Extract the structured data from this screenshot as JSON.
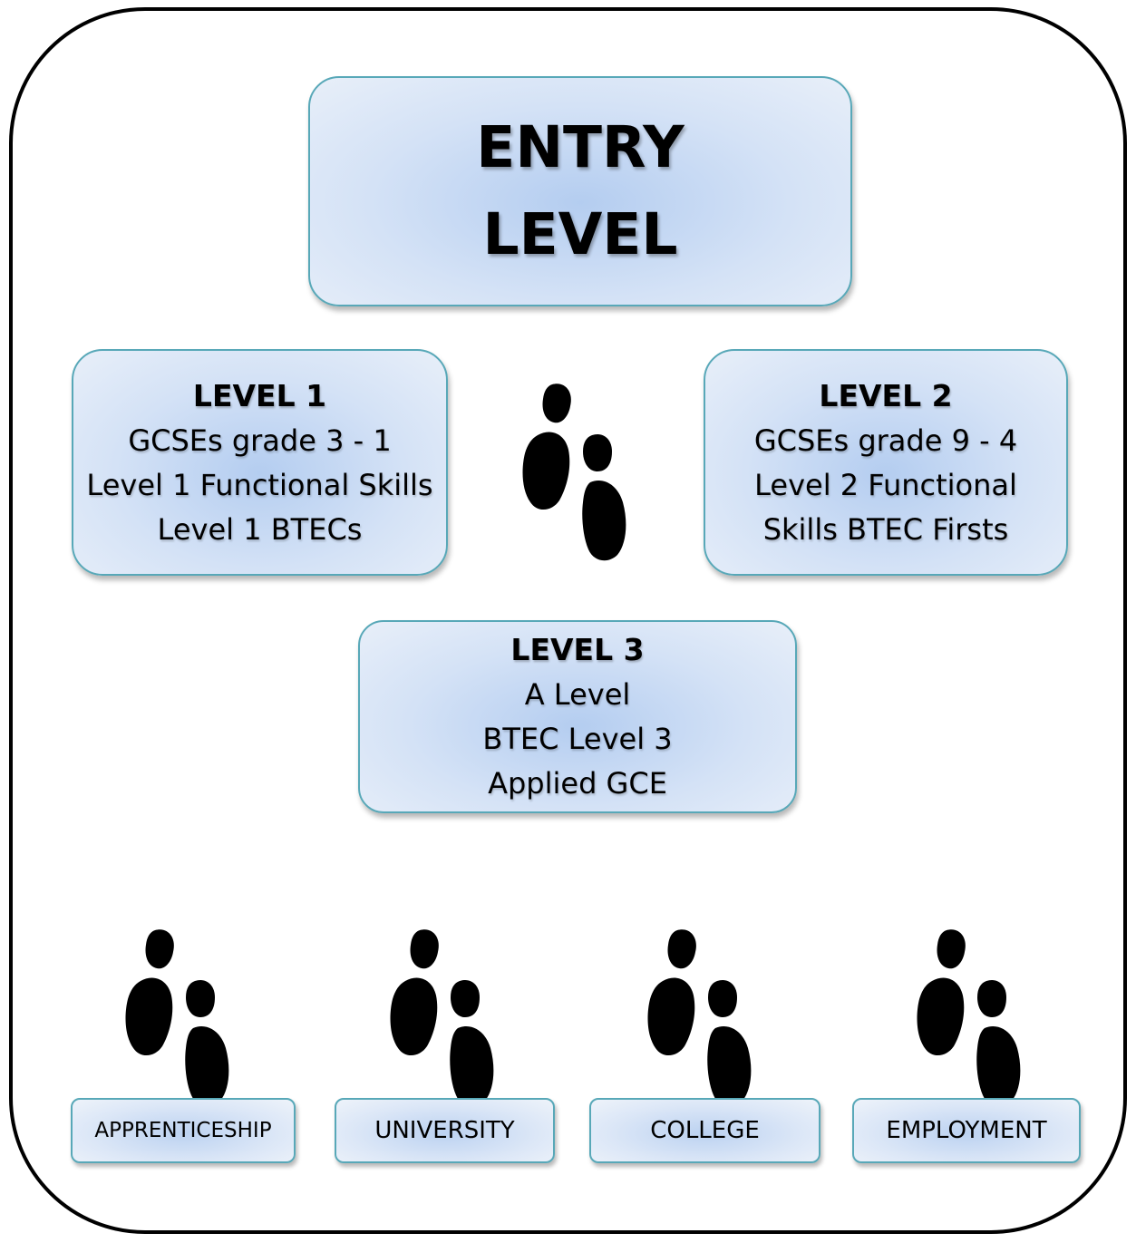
{
  "entry": {
    "line1": "ENTRY",
    "line2": "LEVEL"
  },
  "level1": {
    "title": "LEVEL 1",
    "lines": [
      "GCSEs grade 3 - 1",
      "Level 1 Functional Skills",
      "Level 1 BTECs"
    ]
  },
  "level2": {
    "title": "LEVEL 2",
    "lines": [
      "GCSEs grade 9 - 4",
      "Level 2 Functional Skills BTEC Firsts"
    ]
  },
  "level3": {
    "title": "LEVEL 3",
    "lines": [
      "A Level",
      "BTEC Level 3",
      "Applied GCE"
    ]
  },
  "destinations": [
    "APPRENTICESHIP",
    "UNIVERSITY",
    "COLLEGE",
    "EMPLOYMENT"
  ],
  "icons": {
    "footsteps": "footsteps-icon"
  },
  "colors": {
    "box_border": "#58a8b8",
    "box_fill": "#b4cdf0",
    "frame": "#000000",
    "icon": "#000000"
  }
}
